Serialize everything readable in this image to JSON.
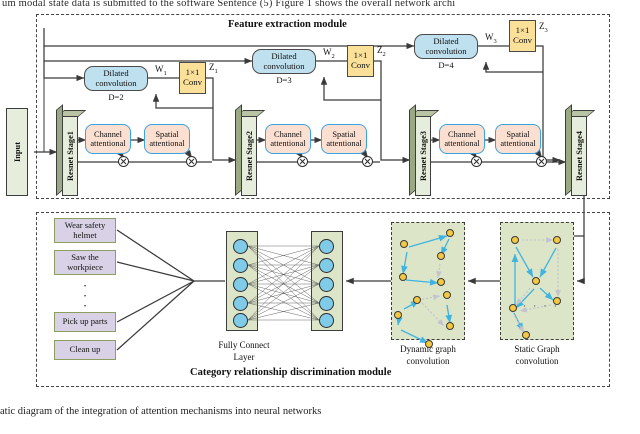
{
  "header_line": "um modal state data is submitted to the software   Sentence (5) Figure 1 shows the overall network archi",
  "caption": "atic diagram of the integration of attention mechanisms into neural networks",
  "colors": {
    "dilated_fill": "#bfe0ef",
    "conv_fill": "#fbe09a",
    "attention_fill": "#fbdfd0",
    "attention_border": "#39a3dd",
    "slab_face": "#e7eddc",
    "slab_side": "#9aa983",
    "category_item_fill": "#d9d2e6",
    "category_item_border": "#8ba05f",
    "panel_fill": "#dde5c8",
    "fc_node": "#7fcbe8",
    "graph_node": "#f5c842",
    "graph_edge": "#3fb4e0",
    "graph_edge_dim": "#c3c3cf"
  },
  "feature_module": {
    "title": "Feature extraction module",
    "input_label": "Input",
    "stages": [
      {
        "label": "Resnet Stage1"
      },
      {
        "label": "Resnet Stage2"
      },
      {
        "label": "Resnet Stage3"
      },
      {
        "label": "Resnet Stage4"
      }
    ],
    "attention_blocks": [
      {
        "channel": "Channel attentional",
        "spatial": "Spatial attentional"
      },
      {
        "channel": "Channel attentional",
        "spatial": "Spatial attentional"
      },
      {
        "channel": "Channel attentional",
        "spatial": "Spatial attentional"
      }
    ],
    "dilated_convs": [
      {
        "name": "Dilated convolution",
        "dilation_label": "D=2",
        "output_label": "W1"
      },
      {
        "name": "Dilated convolution",
        "dilation_label": "D=3",
        "output_label": "W2"
      },
      {
        "name": "Dilated convolution",
        "dilation_label": "D=4",
        "output_label": "W3"
      }
    ],
    "convs_1x1": [
      {
        "line1": "1×1",
        "line2": "Conv",
        "output_label": "Z1"
      },
      {
        "line1": "1×1",
        "line2": "Conv",
        "output_label": "Z2"
      },
      {
        "line1": "1×1",
        "line2": "Conv",
        "output_label": "Z3"
      }
    ]
  },
  "category_module": {
    "title": "Category relationship discrimination module",
    "class_items": [
      {
        "label": "Wear safety helmet"
      },
      {
        "label": "Saw the workpiece"
      },
      {
        "label": "Pick up parts"
      },
      {
        "label": "Clean up"
      }
    ],
    "ellipsis": "·",
    "fully_connect": {
      "label_line1": "Fully Connect",
      "label_line2": "Layer",
      "input_nodes": 5,
      "output_nodes": 5
    },
    "graph_panels": [
      {
        "label_line1": "Dynamic graph",
        "label_line2": "convolution",
        "node_count": 10
      },
      {
        "label_line1": "Static Graph",
        "label_line2": "convolution",
        "node_count": 6
      }
    ]
  }
}
